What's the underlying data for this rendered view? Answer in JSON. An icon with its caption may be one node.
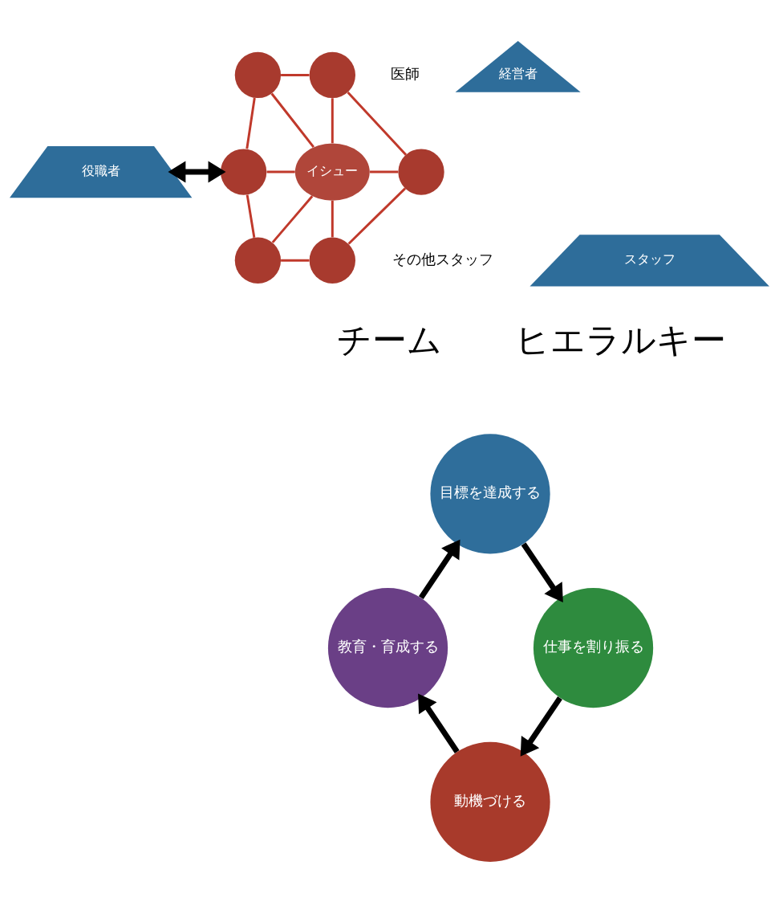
{
  "diagram": {
    "nodes": [
      {
        "text": [
          "経営者"
        ]
      },
      {
        "text": [
          "医師"
        ]
      },
      {
        "text": [
          "役職者"
        ]
      },
      {
        "text": [
          "その他スタッフ"
        ]
      },
      {
        "text": [
          "スタッフ"
        ]
      },
      {
        "text": [],
        "shape": "circle"
      },
      {
        "text": [],
        "shape": "circle"
      },
      {
        "text": [],
        "shape": "circle"
      },
      {
        "text": [
          "イシュー"
        ]
      },
      {
        "text": [],
        "shape": "circle"
      },
      {
        "text": [],
        "shape": "circle"
      },
      {
        "text": [],
        "shape": "circle"
      },
      {
        "text": [
          "目標を達成する"
        ]
      },
      {
        "text": [
          "教育・育成する"
        ]
      },
      {
        "text": [
          "仕事を割り振る"
        ]
      },
      {
        "text": [
          "動機づける"
        ]
      }
    ],
    "edges": [
      {
        "from": 2,
        "to": 7,
        "arrow": "both",
        "style": "thick",
        "color": "#000000"
      },
      {
        "from": 5,
        "to": 6,
        "arrow": "none"
      },
      {
        "from": 5,
        "to": 7,
        "arrow": "none"
      },
      {
        "from": 6,
        "to": 9,
        "arrow": "none"
      },
      {
        "from": 7,
        "to": 10,
        "arrow": "none"
      },
      {
        "from": 9,
        "to": 11,
        "arrow": "none"
      },
      {
        "from": 10,
        "to": 11,
        "arrow": "none"
      },
      {
        "from": 5,
        "to": 8,
        "arrow": "none"
      },
      {
        "from": 6,
        "to": 8,
        "arrow": "none"
      },
      {
        "from": 7,
        "to": 8,
        "arrow": "none"
      },
      {
        "from": 8,
        "to": 9,
        "arrow": "none"
      },
      {
        "from": 8,
        "to": 10,
        "arrow": "none"
      },
      {
        "from": 8,
        "to": 11,
        "arrow": "none"
      },
      {
        "from": 12,
        "to": 14,
        "arrow": "to",
        "style": "thick",
        "color": "#000000"
      },
      {
        "from": 14,
        "to": 15,
        "arrow": "to",
        "style": "thick",
        "color": "#000000"
      },
      {
        "from": 15,
        "to": 13,
        "arrow": "to",
        "style": "thick",
        "color": "#000000"
      },
      {
        "from": 13,
        "to": 12,
        "arrow": "to",
        "style": "thick",
        "color": "#000000"
      }
    ],
    "labels": [
      "ヒエラルキー",
      "チーム"
    ]
  }
}
